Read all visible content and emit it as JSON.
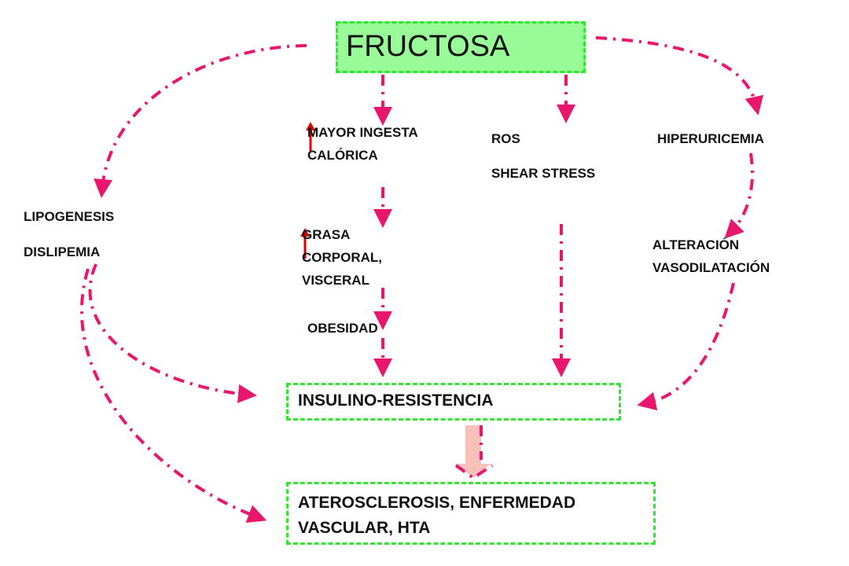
{
  "diagram": {
    "root": "FRUCTOSA",
    "nodes": {
      "mayor_ingesta": "MAYOR INGESTA CALÓRICA",
      "mayor_ingesta_line1": "MAYOR INGESTA",
      "mayor_ingesta_line2": "CALÓRICA",
      "grasa_line1": "GRASA",
      "grasa_line2": "CORPORAL,",
      "grasa_line3": "VISCERAL",
      "obesidad": "OBESIDAD",
      "ros": "ROS",
      "shear_stress": "SHEAR STRESS",
      "hiperuricemia": "HIPERURICEMIA",
      "alteracion_line1": "ALTERACIÓN",
      "alteracion_line2": "VASODILATACIÓN",
      "lipogenesis": "LIPOGENESIS",
      "dislipemia": "DISLIPEMIA",
      "insulino": "INSULINO-RESISTENCIA",
      "ather_line1": "ATEROSCLEROSIS, ENFERMEDAD",
      "ather_line2": "VASCULAR, HTA"
    },
    "edges": [
      {
        "from": "FRUCTOSA",
        "to": "LIPOGENESIS"
      },
      {
        "from": "FRUCTOSA",
        "to": "MAYOR INGESTA CALÓRICA"
      },
      {
        "from": "FRUCTOSA",
        "to": "ROS"
      },
      {
        "from": "FRUCTOSA",
        "to": "HIPERURICEMIA"
      },
      {
        "from": "MAYOR INGESTA CALÓRICA",
        "to": "GRASA CORPORAL, VISCERAL"
      },
      {
        "from": "GRASA CORPORAL, VISCERAL",
        "to": "OBESIDAD"
      },
      {
        "from": "OBESIDAD",
        "to": "INSULINO-RESISTENCIA"
      },
      {
        "from": "SHEAR STRESS",
        "to": "INSULINO-RESISTENCIA"
      },
      {
        "from": "HIPERURICEMIA",
        "to": "ALTERACIÓN VASODILATACIÓN"
      },
      {
        "from": "ALTERACIÓN VASODILATACIÓN",
        "to": "INSULINO-RESISTENCIA"
      },
      {
        "from": "DISLIPEMIA",
        "to": "INSULINO-RESISTENCIA"
      },
      {
        "from": "DISLIPEMIA",
        "to": "ATEROSCLEROSIS, ENFERMEDAD VASCULAR, HTA"
      },
      {
        "from": "INSULINO-RESISTENCIA",
        "to": "ATEROSCLEROSIS, ENFERMEDAD VASCULAR, HTA"
      }
    ],
    "increase_markers": [
      "MAYOR INGESTA CALÓRICA",
      "GRASA CORPORAL, VISCERAL"
    ]
  },
  "colors": {
    "arrow": "#e8176d",
    "box_border": "#2ee82e",
    "root_fill": "#98fb98",
    "increase_marker": "#e00000",
    "block_arrow_fill": "#f8c0b8",
    "block_arrow_stroke": "#e8176d"
  }
}
